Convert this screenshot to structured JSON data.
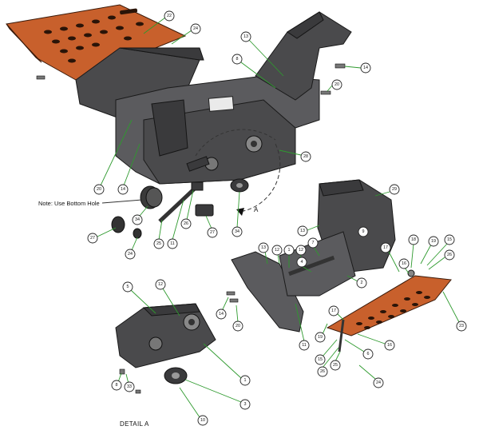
{
  "note": "Note: Use Bottom Hole",
  "view_letter": "A",
  "detail_label": "DETAIL A",
  "callouts": [
    "22",
    "24",
    "13",
    "8",
    "14",
    "20",
    "28",
    "20",
    "14",
    "34",
    "27",
    "24",
    "25",
    "11",
    "26",
    "27",
    "34",
    "13",
    "29",
    "9",
    "7",
    "12",
    "1",
    "12",
    "4",
    "13",
    "18",
    "19",
    "15",
    "16",
    "17",
    "26",
    "2",
    "5",
    "12",
    "1",
    "8",
    "33",
    "3",
    "10",
    "14",
    "20",
    "11",
    "19",
    "17",
    "15",
    "26",
    "25",
    "6",
    "16",
    "24",
    "23"
  ]
}
